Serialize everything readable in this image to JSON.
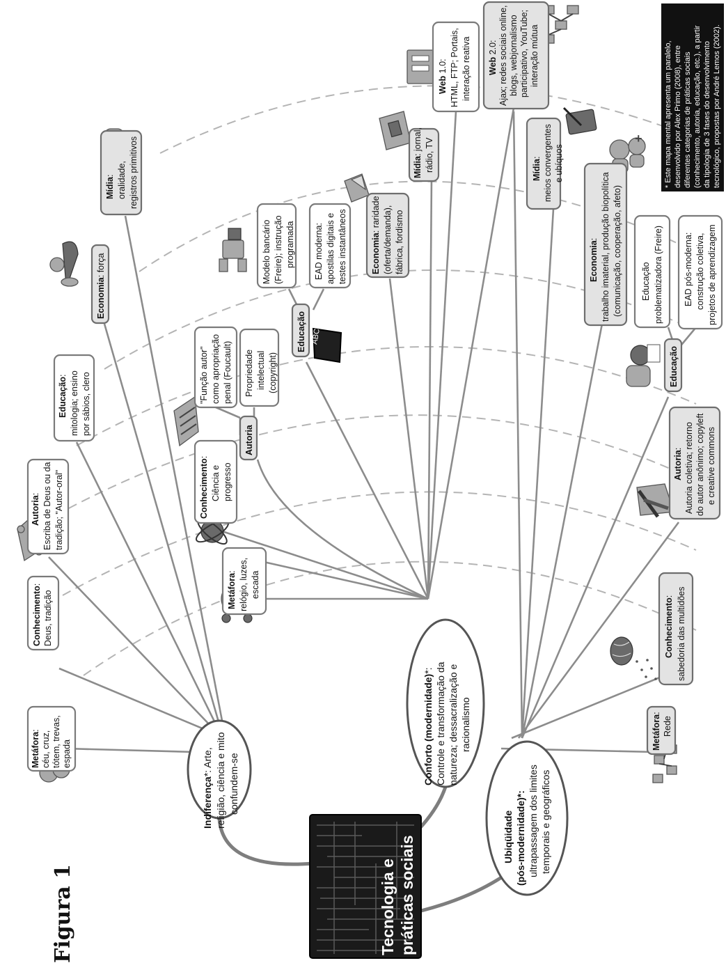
{
  "figure_label": "Figura 1",
  "central": {
    "line1": "Tecnologia e",
    "line2": "práticas sociais"
  },
  "phases": {
    "indiferenca": {
      "bold": "Indiferença",
      "rest": "*: Arte,",
      "line2": "religião, ciência e mito",
      "line3": "confundem-se"
    },
    "conforto": {
      "bold": "Conforto (modernidade)",
      "rest": "*:",
      "line2": "Controle e transformação da",
      "line3": "natureza; dessacralização e",
      "line4": "racionalismo"
    },
    "ubiquidade": {
      "line1": "Ubiqüidade",
      "line2": "(pós-modernidade)*:",
      "line3": "ultrapassagem dos limites",
      "line4": "temporais e geográficos"
    }
  },
  "nodes": {
    "metafora1": {
      "bold": "Metáfora",
      "rest": ":",
      "l2": "céu, cruz,",
      "l3": "tótem, trevas,",
      "l4": "espada"
    },
    "conhecimento1": {
      "bold": "Conhecimento",
      "rest": ":",
      "l2": "Deus, tradição"
    },
    "autoria1": {
      "bold": "Autoria",
      "rest": ":",
      "l2": "Escriba de Deus ou da",
      "l3": "tradição; \"Autor-oral\""
    },
    "educacao1": {
      "bold": "Educação",
      "rest": ":",
      "l2": "mitologia; ensino",
      "l3": "por sábios, clero"
    },
    "economia1": {
      "bold": "Economia",
      "rest": ": força"
    },
    "midia1": {
      "bold": "Mídia",
      "rest": ":",
      "l2": "oralidade,",
      "l3": "registros primitivos"
    },
    "metafora2": {
      "bold": "Metáfora",
      "rest": ":",
      "l2": "relógio, luzes,",
      "l3": "escada"
    },
    "conhecimento2": {
      "bold": "Conhecimento",
      "rest": ":",
      "l2": "Ciência e",
      "l3": "progresso"
    },
    "autoria2": {
      "label": "Autoria"
    },
    "funcao_autor": {
      "l1": "\"Função autor\"",
      "l2": "como apropriação",
      "l3": "penal (Foucault)"
    },
    "propriedade": {
      "l1": "Propriedade",
      "l2": "intelectual",
      "l3": "(copyright)"
    },
    "educacao2": {
      "label": "Educação"
    },
    "modelo_bancario": {
      "l1": "Modelo bancário",
      "l2": "(Freire); instrução",
      "l3": "programada"
    },
    "ead_moderna": {
      "l1": "EAD moderna:",
      "l2": "apostilas digitais e",
      "l3": "testes instantâneos"
    },
    "economia2": {
      "bold": "Economia",
      "rest": ": raridade",
      "l2": "(oferta/demanda),",
      "l3": "fábrica, fordismo"
    },
    "midia2": {
      "bold": "Mídia",
      "rest": ": jornal,",
      "l2": "rádio, TV"
    },
    "web1": {
      "bold": "Web",
      "rest": " 1.0:",
      "l2": "HTML, FTP; Portais,",
      "l3": "interação reativa"
    },
    "web2": {
      "bold": "Web",
      "rest": " 2.0:",
      "l2": "Ajax; redes sociais online,",
      "l3": "blogs, webjornalismo",
      "l4": "participativo, YouTube;",
      "l5": "interação mútua"
    },
    "midia3": {
      "bold": "Mídia",
      "rest": ":",
      "l2": "meios convergentes",
      "l3": "e ubíquos"
    },
    "economia3": {
      "bold": "Economia",
      "rest": ":",
      "l2": "trabalho imaterial, produção biopolítica",
      "l3": "(comunicação, cooperação, afeto)"
    },
    "educacao3": {
      "label": "Educação"
    },
    "educacao_problem": {
      "l1": "Educação",
      "l2": "problematizadora (Freire)"
    },
    "ead_pos": {
      "l1": "EAD pós-moderna:",
      "l2": "construção coletiva,",
      "l3": "projetos de aprendizagem"
    },
    "autoria3": {
      "bold": "Autoria",
      "rest": ":",
      "l2": "Autoria coletiva; retorno",
      "l3": "do autor anônimo; copyleft",
      "l4": "e creative commons"
    },
    "conhecimento3": {
      "bold": "Conhecimento",
      "rest": ":",
      "l2": "sabedoria das multidões"
    },
    "metafora3": {
      "bold": "Metáfora",
      "rest": ":",
      "l2": "Rede"
    }
  },
  "footnote": {
    "l1": "* Este mapa mental apresenta um paralelo,",
    "l2": "desenvolvido por Alex Primo (2008), entre",
    "l3": "diferentes categorias de práticas sociais",
    "l4": "(conhecimento, autoria, educação, etc.), a partir",
    "l5": "da tipologia de 3 fases do desenvolvimento",
    "l6": "tecnológico, propostas por André Lemos (2002)."
  },
  "icons": [
    "cloud-icon",
    "scroll-icon",
    "gramophone-icon",
    "chat-bubbles-icon",
    "alarm-clock-icon",
    "atom-globe-icon",
    "columns-building-icon",
    "robot-icon",
    "chalkboard-icon",
    "crystal-icon",
    "fax-machine-icon",
    "computer-tower-icon",
    "network-icon",
    "tablet-pen-icon",
    "people-icon",
    "teacher-icon",
    "pencils-icon",
    "brain-icon",
    "network-computers-icon"
  ]
}
